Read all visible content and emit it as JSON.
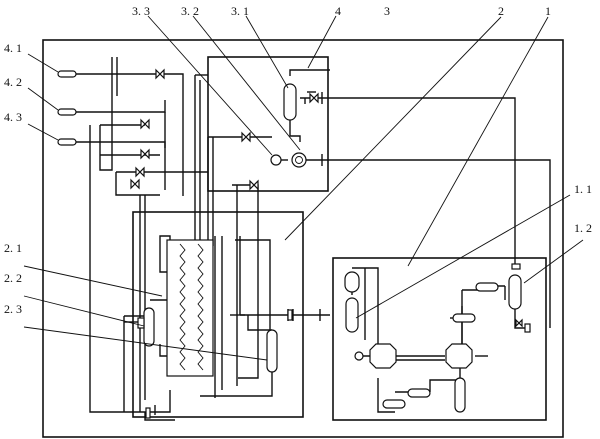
{
  "diagram": {
    "labels": {
      "l1": "1",
      "l2": "2",
      "l3": "3",
      "l4": "4",
      "l1_1": "1. 1",
      "l1_2": "1. 2",
      "l2_1": "2. 1",
      "l2_2": "2. 2",
      "l2_3": "2. 3",
      "l3_1": "3. 1",
      "l3_2": "3. 2",
      "l3_3": "3. 3",
      "l4_1": "4. 1",
      "l4_2": "4. 2",
      "l4_3": "4. 3"
    }
  }
}
